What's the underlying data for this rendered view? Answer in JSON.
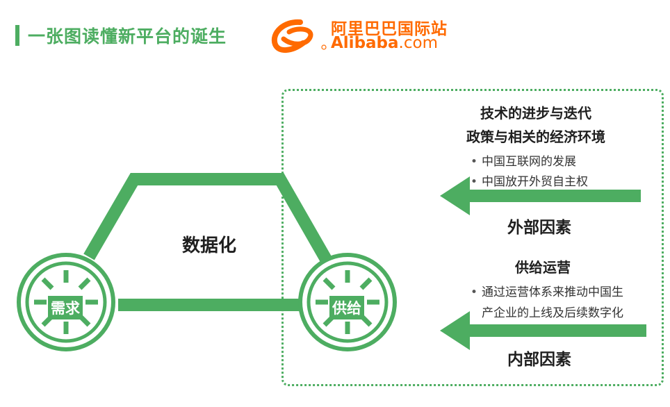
{
  "header": {
    "title": "一张图读懂新平台的诞生"
  },
  "logo": {
    "cn": "阿里巴巴国际站",
    "en_main": "Alibaba",
    "en_suffix": ".com",
    "brand_color": "#ff6a00"
  },
  "diagram": {
    "center_label": "数据化",
    "left_wheel": "需求",
    "right_wheel": "供给",
    "accent_color": "#4dad61"
  },
  "external": {
    "heading_line1": "技术的进步与迭代",
    "heading_line2": "政策与相关的经济环境",
    "bullets": [
      "中国互联网的发展",
      "中国放开外贸自主权"
    ],
    "label": "外部因素"
  },
  "internal": {
    "heading": "供给运营",
    "bullet_line1": "通过运营体系来推动中国生",
    "bullet_line2": "产企业的上线及后续数字化",
    "label": "内部因素"
  }
}
